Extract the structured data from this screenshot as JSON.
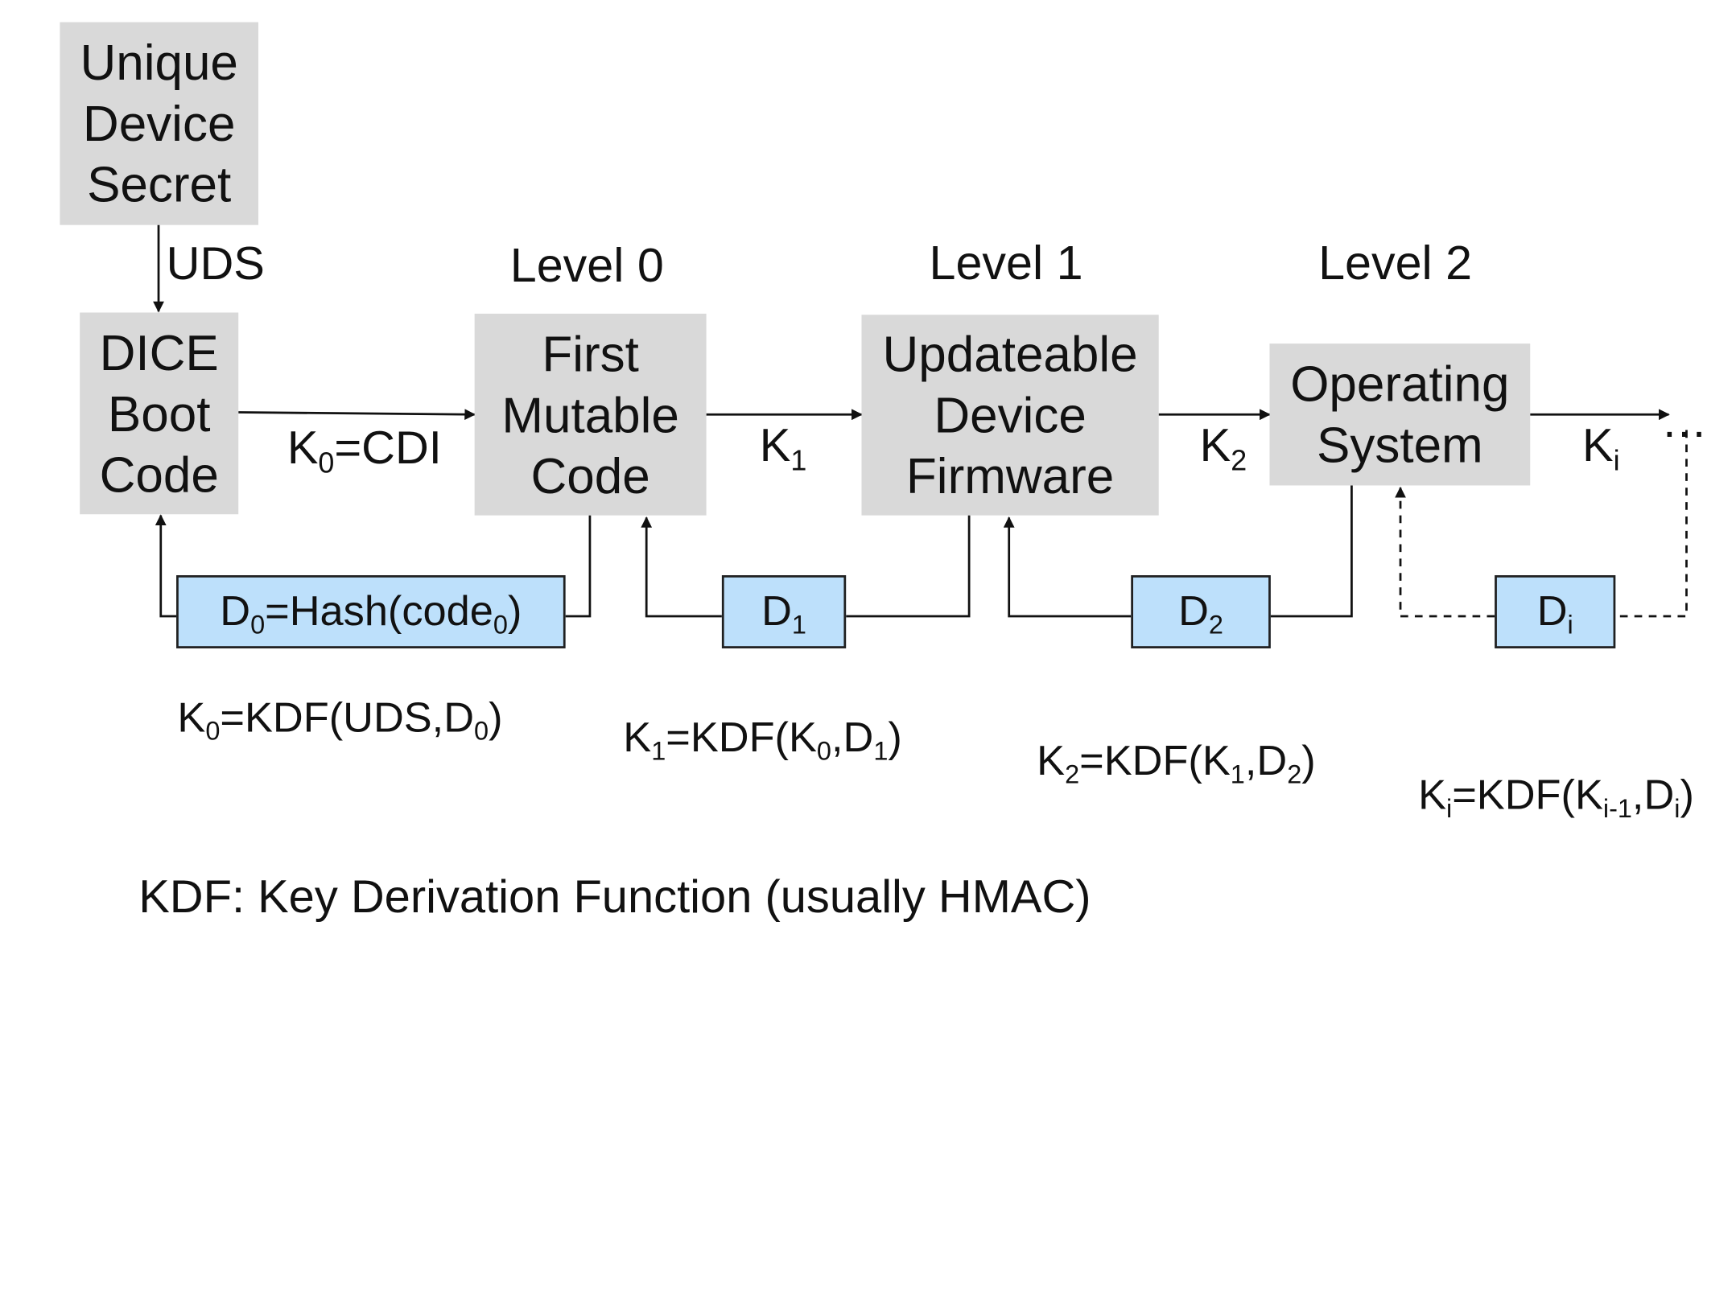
{
  "boxes": {
    "uds": "Unique\nDevice\nSecret",
    "dice": "DICE\nBoot\nCode",
    "fmc": "First\nMutable\nCode",
    "udf": "Updateable\nDevice\nFirmware",
    "os": "Operating\nSystem"
  },
  "levels": {
    "l0": "Level 0",
    "l1": "Level 1",
    "l2": "Level 2"
  },
  "edges": {
    "uds": "UDS",
    "k0_prefix": "K",
    "k0_sub": "0",
    "k0_suffix": "=CDI",
    "k1": "K",
    "k1_sub": "1",
    "k2": "K",
    "k2_sub": "2",
    "ki": "K",
    "ki_sub": "i",
    "ellipsis": "…"
  },
  "measurements": {
    "d0_a": "D",
    "d0_sub": "0",
    "d0_b": "=Hash(code",
    "d0_sub2": "0",
    "d0_c": ")",
    "d1": "D",
    "d1_sub": "1",
    "d2": "D",
    "d2_sub": "2",
    "di": "D",
    "di_sub": "i"
  },
  "formulas": {
    "f0": {
      "a": "K",
      "s1": "0",
      "b": "=KDF(UDS,D",
      "s2": "0",
      "c": ")"
    },
    "f1": {
      "a": "K",
      "s1": "1",
      "b": "=KDF(K",
      "s2": "0",
      "c": ",D",
      "s3": "1",
      "d": ")"
    },
    "f2": {
      "a": "K",
      "s1": "2",
      "b": "=KDF(K",
      "s2": "1",
      "c": ",D",
      "s3": "2",
      "d": ")"
    },
    "fi": {
      "a": "K",
      "s1": "i",
      "b": "=KDF(K",
      "s2": "i-1",
      "c": ",D",
      "s3": "i",
      "d": ")"
    }
  },
  "footer": "KDF: Key Derivation Function (usually HMAC)",
  "colors": {
    "stage_fill": "#d9d9d9",
    "measure_fill": "#bde0fb",
    "line": "#111111"
  }
}
